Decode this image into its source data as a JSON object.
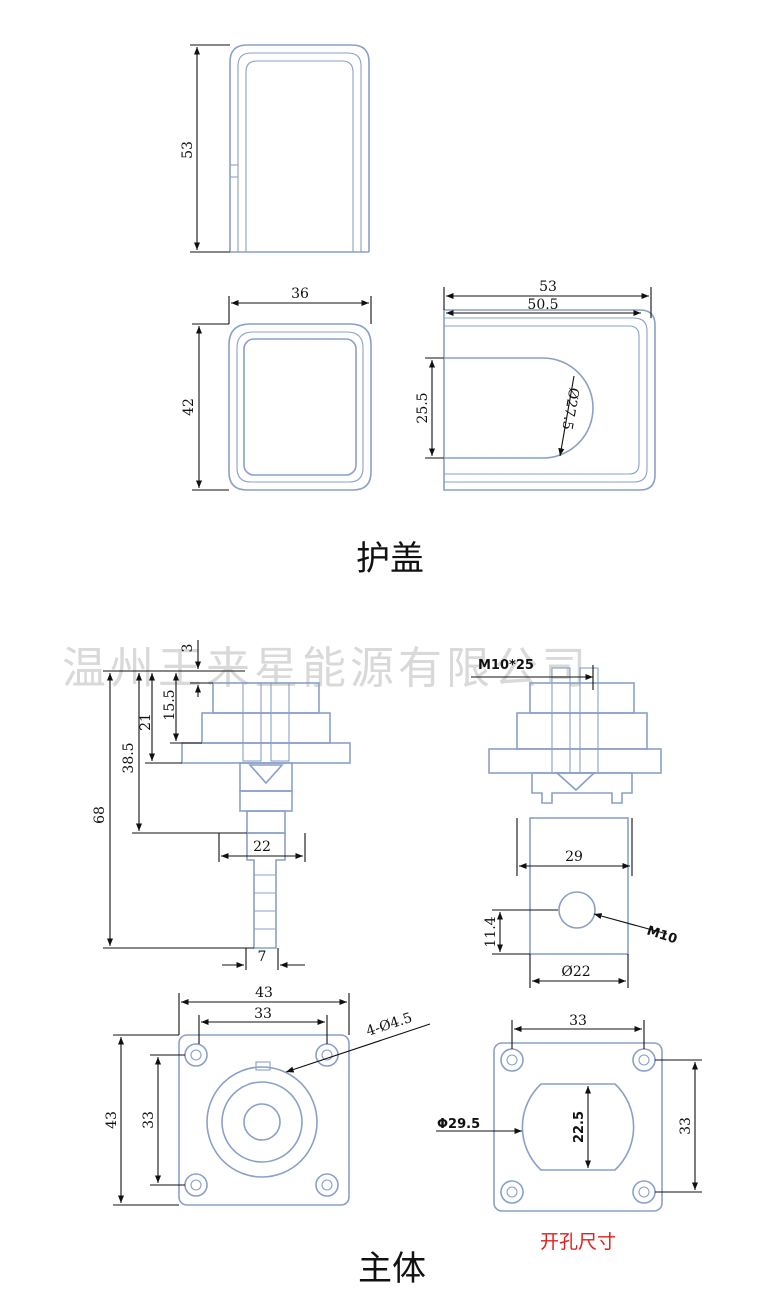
{
  "watermark": "温州王来星能源有限公司",
  "captions": {
    "cover": "护盖",
    "body": "主体",
    "cutout": "开孔尺寸"
  },
  "dims": {
    "cover_side_height": "53",
    "cover_front_width": "36",
    "cover_front_height": "42",
    "cover_top_outer": "53",
    "cover_top_inner": "50.5",
    "cover_top_depth": "25.5",
    "cover_top_radius": "Ø27.5",
    "body_height_total": "68",
    "body_h_38": "38.5",
    "body_h_21": "21",
    "body_h_15": "15.5",
    "body_h_3": "3",
    "body_width_22": "22",
    "body_pin_7": "7",
    "body_thread": "M10*25",
    "body_side_29": "29",
    "body_side_114": "11.4",
    "body_side_m10": "M10",
    "body_side_dia22": "Ø22",
    "flange_43_w": "43",
    "flange_33_w": "33",
    "flange_holes": "4-Ø4.5",
    "flange_43_h": "43",
    "flange_33_h": "33",
    "cut_33_w": "33",
    "cut_33_h": "33",
    "cut_dia": "Φ29.5",
    "cut_flat": "22.5"
  }
}
